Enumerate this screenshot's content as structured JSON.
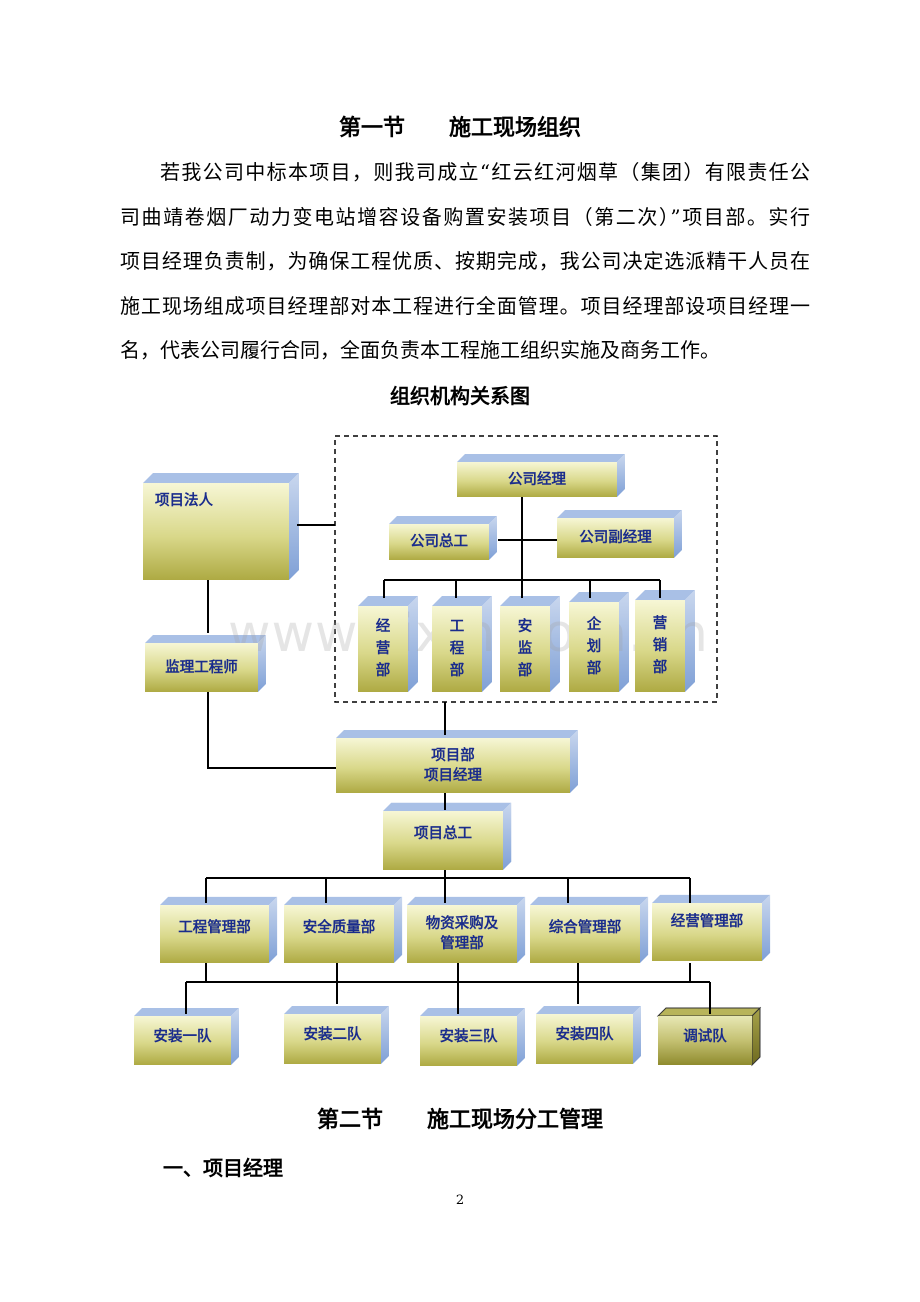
{
  "section1": {
    "num": "第一节",
    "title": "施工现场组织"
  },
  "paragraph": [
    "若我公司中标本项目，则我司成立“红云红河烟草（集团）有限责任公",
    "司曲靖卷烟厂动力变电站增容设备购置安装项目（第二次）”项目部。实行",
    "项目经理负责制，为确保工程优质、按期完成，我公司决定选派精干人员在",
    "施工现场组成项目经理部对本工程进行全面管理。项目经理部设项目经理一",
    "名，代表公司履行合同，全面负责本工程施工组织实施及商务工作。"
  ],
  "chart_title": "组织机构关系图",
  "org": {
    "legal_person": "项目法人",
    "supervisor": "监理工程师",
    "company_manager": "公司经理",
    "company_chief_engineer": "公司总工",
    "company_deputy_manager": "公司副经理",
    "company_depts": [
      [
        "经",
        "营",
        "部"
      ],
      [
        "工",
        "程",
        "部"
      ],
      [
        "安",
        "监",
        "部"
      ],
      [
        "企",
        "划",
        "部"
      ],
      [
        "营",
        "销",
        "部"
      ]
    ],
    "project_dept": "项目部",
    "project_manager": "项目经理",
    "project_chief_engineer": "项目总工",
    "project_depts": [
      "工程管理部",
      "安全质量部",
      "物资采购及",
      "管理部",
      "综合管理部",
      "经营管理部"
    ],
    "teams": [
      "安装一队",
      "安装二队",
      "安装三队",
      "安装四队",
      "调试队"
    ]
  },
  "watermark": "www.zixin.com.cn",
  "section2": {
    "num": "第二节",
    "title": "施工现场分工管理"
  },
  "subheading": "一、项目经理",
  "page_number": "2"
}
